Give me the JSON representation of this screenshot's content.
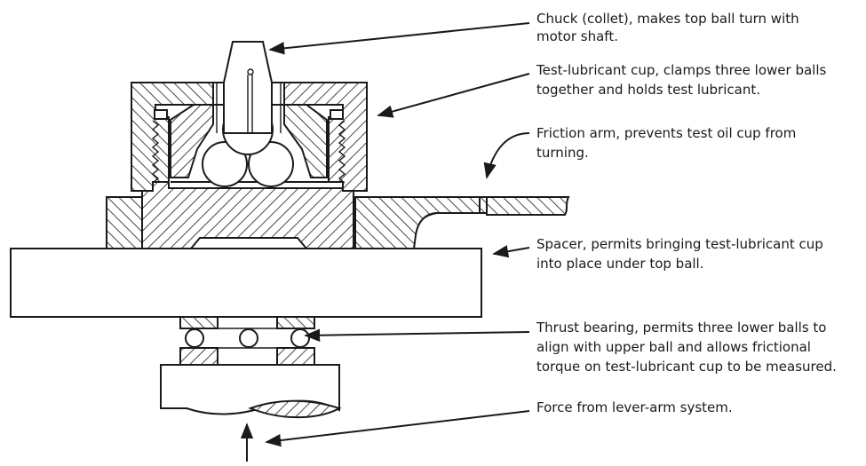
{
  "labels": {
    "chuck": [
      "Chuck (collet), makes top ball turn with",
      "motor shaft."
    ],
    "cup": [
      "Test-lubricant cup, clamps three lower balls",
      "together and holds test lubricant."
    ],
    "friction_arm": [
      "Friction arm, prevents test oil cup from",
      "turning."
    ],
    "spacer": [
      "Spacer, permits bringing test-lubricant cup",
      "into place under top ball."
    ],
    "thrust_bearing": [
      "Thrust bearing, permits three lower balls to",
      "align with upper ball and allows frictional",
      "torque on test-lubricant cup to be measured."
    ],
    "force": [
      "Force from lever-arm system."
    ]
  },
  "colors": {
    "ink": "#1a1a1a",
    "paper": "#ffffff"
  }
}
